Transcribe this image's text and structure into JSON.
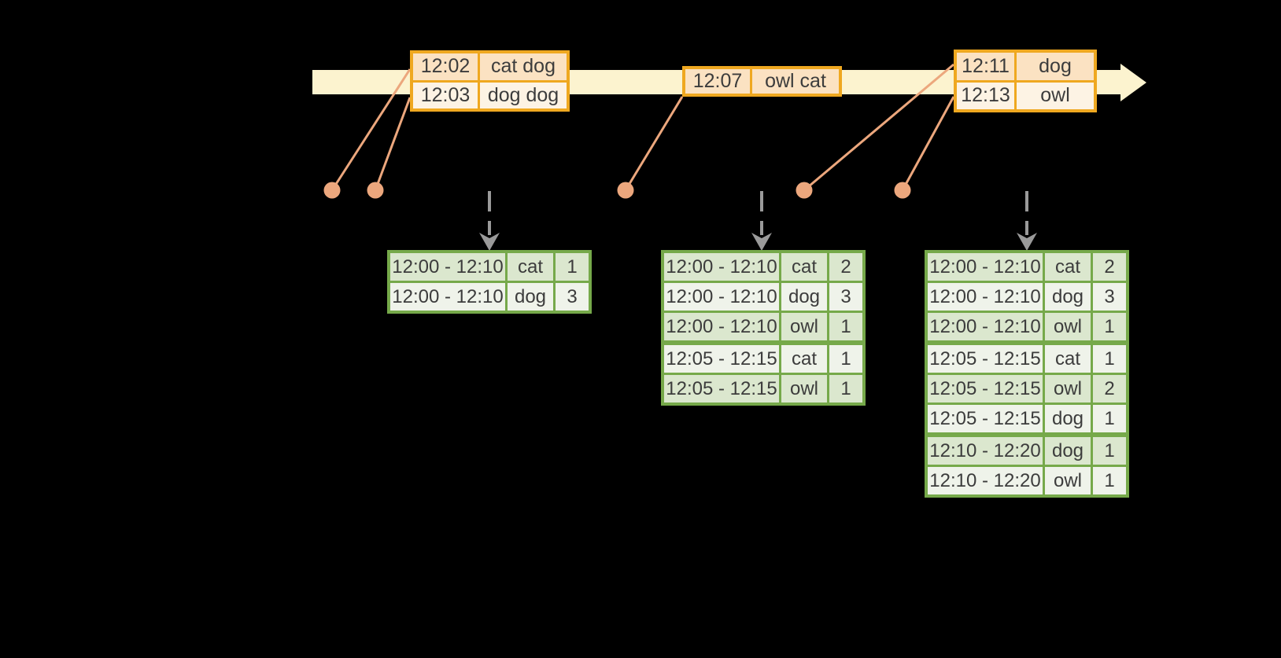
{
  "colors": {
    "background": "#000000",
    "timeline_band": "#FCF3CF",
    "event_border": "#EFA820",
    "event_row_dark": "#FBE2C2",
    "event_row_light": "#FDF3E4",
    "connector": "#ECA77D",
    "dot": "#ECA77D",
    "dashed_arrow": "#9A9A9A",
    "table_border": "#76A94A",
    "table_row_dark": "#DBE7CE",
    "table_row_light": "#EFF3EA",
    "text": "#3C3C3C"
  },
  "event_boxes": [
    {
      "rows": [
        {
          "time": "12:02",
          "words": "cat dog"
        },
        {
          "time": "12:03",
          "words": "dog dog"
        }
      ]
    },
    {
      "rows": [
        {
          "time": "12:07",
          "words": "owl cat"
        }
      ]
    },
    {
      "rows": [
        {
          "time": "12:11",
          "words": "dog"
        },
        {
          "time": "12:13",
          "words": "owl"
        }
      ]
    }
  ],
  "result_tables": [
    {
      "rows": [
        {
          "window": "12:00 - 12:10",
          "word": "cat",
          "count": "1"
        },
        {
          "window": "12:00 - 12:10",
          "word": "dog",
          "count": "3"
        }
      ]
    },
    {
      "rows": [
        {
          "window": "12:00 - 12:10",
          "word": "cat",
          "count": "2"
        },
        {
          "window": "12:00 - 12:10",
          "word": "dog",
          "count": "3"
        },
        {
          "window": "12:00 - 12:10",
          "word": "owl",
          "count": "1"
        },
        {
          "window": "12:05 - 12:15",
          "word": "cat",
          "count": "1"
        },
        {
          "window": "12:05 - 12:15",
          "word": "owl",
          "count": "1"
        }
      ]
    },
    {
      "rows": [
        {
          "window": "12:00 - 12:10",
          "word": "cat",
          "count": "2"
        },
        {
          "window": "12:00 - 12:10",
          "word": "dog",
          "count": "3"
        },
        {
          "window": "12:00 - 12:10",
          "word": "owl",
          "count": "1"
        },
        {
          "window": "12:05 - 12:15",
          "word": "cat",
          "count": "1"
        },
        {
          "window": "12:05 - 12:15",
          "word": "owl",
          "count": "2"
        },
        {
          "window": "12:05 - 12:15",
          "word": "dog",
          "count": "1"
        },
        {
          "window": "12:10 - 12:20",
          "word": "dog",
          "count": "1"
        },
        {
          "window": "12:10 - 12:20",
          "word": "owl",
          "count": "1"
        }
      ]
    }
  ]
}
